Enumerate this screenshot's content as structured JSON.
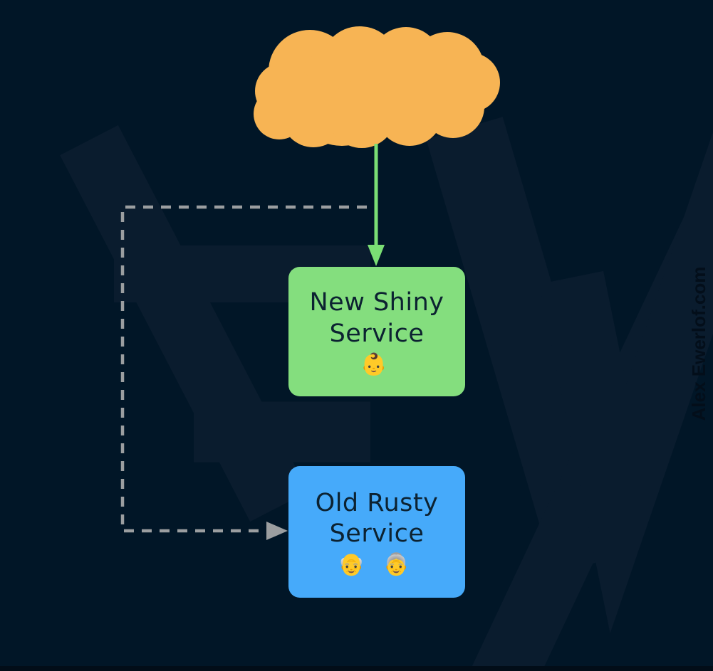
{
  "nodes": {
    "cloud": {
      "shape": "cloud",
      "label": ""
    },
    "new_service": {
      "line1": "New Shiny",
      "line2": "Service",
      "emoji": "👶"
    },
    "old_service": {
      "line1": "Old Rusty",
      "line2": "Service",
      "emoji": "👴 👵"
    }
  },
  "edges": [
    {
      "from": "cloud",
      "to": "new_service",
      "style": "solid",
      "color_key": "solid_arrow"
    },
    {
      "from": "cloud",
      "to": "old_service",
      "style": "dashed",
      "color_key": "dashed_arrow"
    }
  ],
  "watermark": {
    "text": "Alex Ewerlof.com"
  },
  "colors": {
    "background": "#011627",
    "watermark_shape": "#0a1c2e",
    "footer_strip": "#020d18",
    "cloud": "#f7b454",
    "new_service": "#84de7e",
    "old_service": "#46aafa",
    "solid_arrow": "#7ade74",
    "dashed_arrow": "#9b9ea0",
    "node_text": "#0c2231",
    "watermark_text": "#030e1a"
  }
}
